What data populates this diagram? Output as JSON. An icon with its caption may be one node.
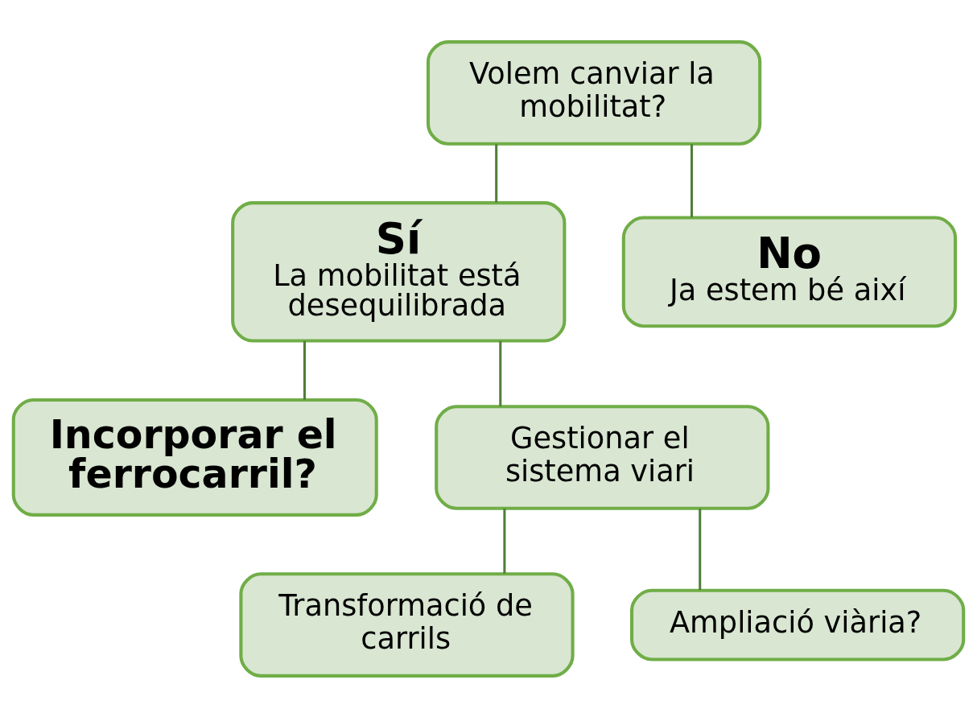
{
  "diagram": {
    "nodes": [
      {
        "text": [
          "Volem canviar la mobilitat?"
        ]
      },
      {
        "text": [
          "Sí",
          "La mobilitat está desequilibrada"
        ]
      },
      {
        "text": [
          "No",
          "Ja estem bé així"
        ]
      },
      {
        "text": [
          "Incorporar el ferrocarril?"
        ]
      },
      {
        "text": [
          "Gestionar el sistema viari"
        ]
      },
      {
        "text": [
          "Transformació de carrils"
        ]
      },
      {
        "text": [
          "Ampliació viària?"
        ]
      }
    ],
    "edges": [
      {
        "from": 0,
        "to": 1,
        "arrow": "none"
      },
      {
        "from": 0,
        "to": 2,
        "arrow": "none"
      },
      {
        "from": 1,
        "to": 3,
        "arrow": "none"
      },
      {
        "from": 1,
        "to": 4,
        "arrow": "none"
      },
      {
        "from": 4,
        "to": 5,
        "arrow": "none"
      },
      {
        "from": 4,
        "to": 6,
        "arrow": "none"
      }
    ]
  }
}
